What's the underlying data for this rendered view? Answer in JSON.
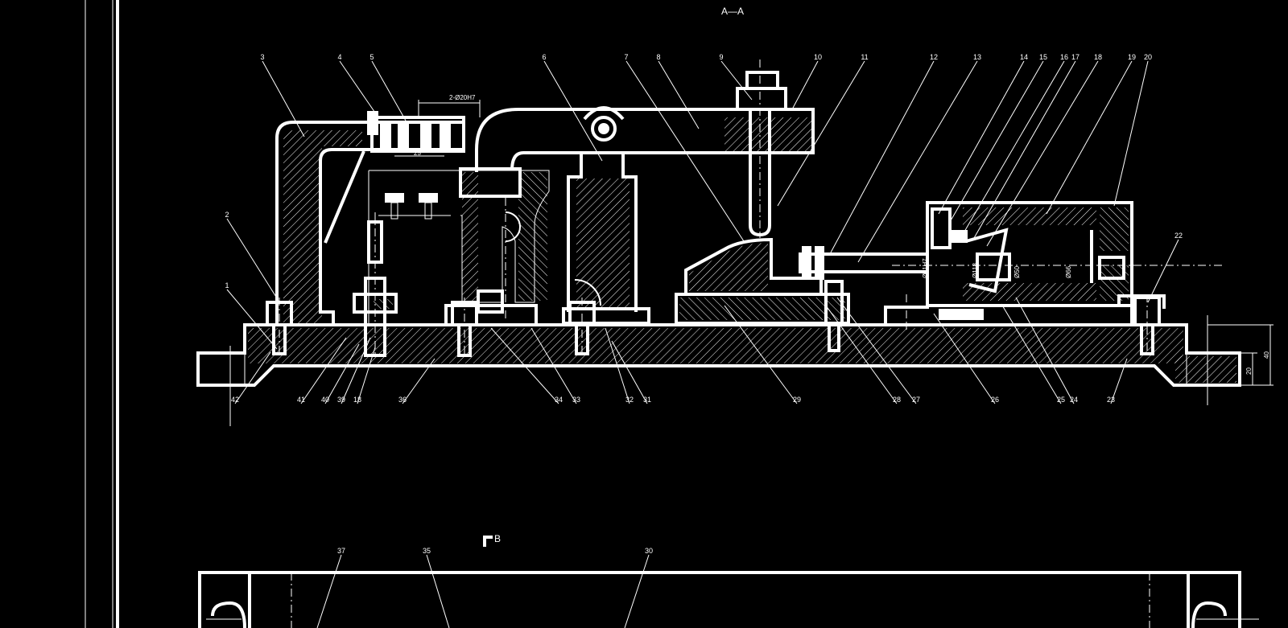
{
  "section_titles": {
    "section_a": "A—A",
    "section_b": "B"
  },
  "dimensions": {
    "hole_spec": "2-Ø20H7",
    "pitch": "25",
    "base_thickness": "40",
    "flange_thickness": "20",
    "bore_1": "Ø11H7",
    "bore_2": "Ø118",
    "bore_3": "Ø50",
    "bore_4": "Ø66"
  },
  "part_numbers_top": [
    "3",
    "4",
    "5",
    "6",
    "7",
    "8",
    "9",
    "10",
    "11",
    "12",
    "13",
    "14",
    "15",
    "16",
    "17",
    "18",
    "19",
    "20"
  ],
  "part_numbers_side": [
    "2",
    "1",
    "22"
  ],
  "part_numbers_bottom": [
    "42",
    "41",
    "40",
    "39",
    "18",
    "36",
    "34",
    "33",
    "32",
    "31",
    "29",
    "28",
    "27",
    "26",
    "25",
    "24",
    "23"
  ],
  "part_numbers_plan": [
    "37",
    "35",
    "30"
  ],
  "colors": {
    "background": "#000000",
    "lines": "#ffffff"
  }
}
